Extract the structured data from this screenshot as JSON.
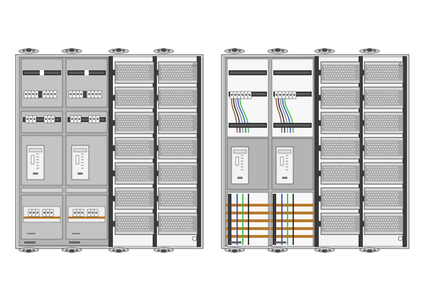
{
  "figure": {
    "kind": "electrical distribution cabinet technical drawing",
    "colors": {
      "background": "#ffffff",
      "frame": "#e6e6e6",
      "outline": "#333333",
      "panel": "#b4b4b4",
      "panel_light": "#c4c4c4",
      "rail": "#3a3a3a",
      "vent_bg": "#a8a8a8",
      "vent_dot": "#f2f2f2",
      "blank_plate": "#f3f3f3",
      "breaker": "#ffffff",
      "busbar": "#b87a2e",
      "wire_blue": "#1f3fbf",
      "wire_green": "#2fb82f",
      "wire_brown": "#8a4a2a",
      "wire_black": "#1a1a1a",
      "wire_grey": "#888888"
    },
    "cabinets": [
      {
        "name": "cabinet-closed-view",
        "variant": "equipped",
        "meter_columns": 2,
        "vent_columns": 2,
        "vent_rows": 7
      },
      {
        "name": "cabinet-open-view",
        "variant": "wiring",
        "meter_columns": 2,
        "vent_columns": 2,
        "vent_rows": 7
      }
    ],
    "icons": {
      "knob": "rotary-lock-icon",
      "meter": "electricity-meter-icon",
      "breaker": "circuit-breaker-icon",
      "busbar": "busbar-icon"
    }
  }
}
